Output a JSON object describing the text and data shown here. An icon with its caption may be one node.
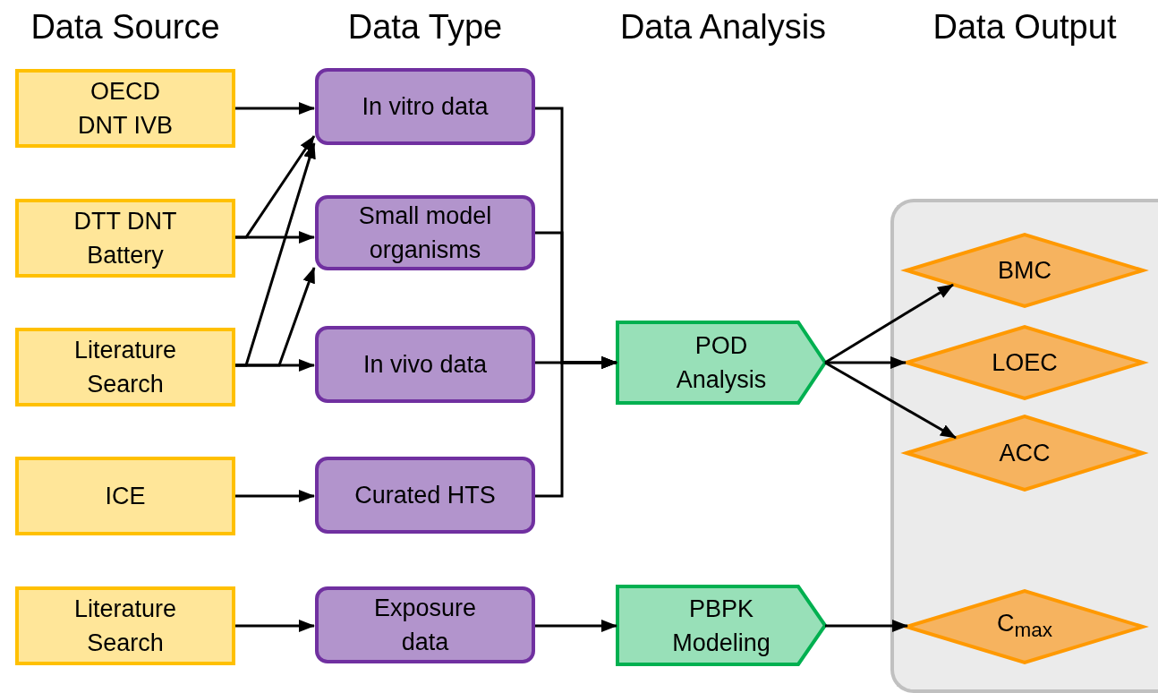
{
  "diagram": {
    "nodes": [
      {
        "text": [
          "OECD DNT IVB"
        ]
      },
      {
        "text": [
          "DTT DNT Battery"
        ]
      },
      {
        "text": [
          "Literature Search"
        ]
      },
      {
        "text": [
          "ICE"
        ]
      },
      {
        "text": [
          "Literature Search"
        ]
      },
      {
        "text": [
          "In vitro data"
        ]
      },
      {
        "text": [
          "Small model organisms"
        ]
      },
      {
        "text": [
          "In vivo data"
        ]
      },
      {
        "text": [
          "Curated HTS"
        ]
      },
      {
        "text": [
          "Exposure data"
        ]
      },
      {
        "text": [
          "POD Analysis"
        ]
      },
      {
        "text": [
          "PBPK Modeling"
        ]
      },
      {
        "text": [],
        "shape": "box"
      },
      {
        "text": [
          "BMC"
        ],
        "in": 12
      },
      {
        "text": [
          "LOEC"
        ],
        "in": 12
      },
      {
        "text": [
          "ACC"
        ],
        "in": 12
      },
      {
        "text": [
          "C$_{max}$"
        ],
        "in": 12
      }
    ],
    "edges": [
      {
        "from": 0,
        "to": 5,
        "arrow": "to"
      },
      {
        "from": 1,
        "to": 5,
        "arrow": "to"
      },
      {
        "from": 1,
        "to": 6,
        "arrow": "to"
      },
      {
        "from": 2,
        "to": 5,
        "arrow": "to"
      },
      {
        "from": 2,
        "to": 6,
        "arrow": "to"
      },
      {
        "from": 2,
        "to": 7,
        "arrow": "to"
      },
      {
        "from": 3,
        "to": 8,
        "arrow": "to"
      },
      {
        "from": 4,
        "to": 9,
        "arrow": "to"
      },
      {
        "from": 5,
        "to": 10,
        "arrow": "to"
      },
      {
        "from": 6,
        "to": 10,
        "arrow": "to"
      },
      {
        "from": 7,
        "to": 10,
        "arrow": "to"
      },
      {
        "from": 8,
        "to": 10,
        "arrow": "to"
      },
      {
        "from": 9,
        "to": 11,
        "arrow": "to"
      },
      {
        "from": 10,
        "to": 13,
        "arrow": "to"
      },
      {
        "from": 10,
        "to": 14,
        "arrow": "to"
      },
      {
        "from": 10,
        "to": 15,
        "arrow": "to"
      },
      {
        "from": 11,
        "to": 16,
        "arrow": "to"
      }
    ],
    "labels": [
      "Data Source",
      "Data Type",
      "Data Analysis",
      "Data Output"
    ]
  }
}
